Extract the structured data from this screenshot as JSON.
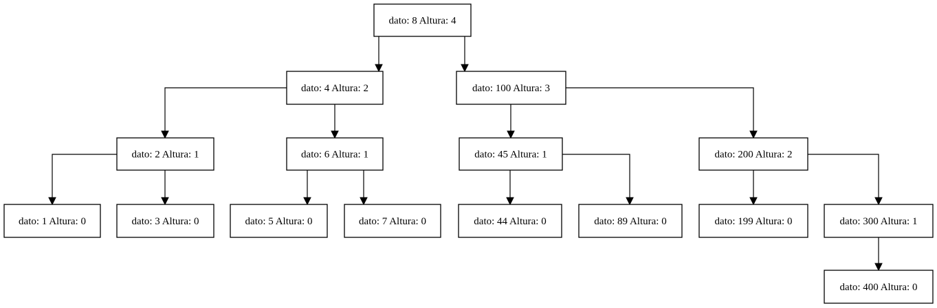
{
  "tree": {
    "nodes": [
      {
        "id": "n8",
        "label": "dato: 8 Altura: 4"
      },
      {
        "id": "n4",
        "label": "dato: 4 Altura: 2"
      },
      {
        "id": "n100",
        "label": "dato: 100 Altura: 3"
      },
      {
        "id": "n2",
        "label": "dato: 2 Altura: 1"
      },
      {
        "id": "n6",
        "label": "dato: 6 Altura: 1"
      },
      {
        "id": "n45",
        "label": "dato: 45 Altura: 1"
      },
      {
        "id": "n200",
        "label": "dato: 200 Altura: 2"
      },
      {
        "id": "n1",
        "label": "dato: 1 Altura: 0"
      },
      {
        "id": "n3",
        "label": "dato: 3 Altura: 0"
      },
      {
        "id": "n5",
        "label": "dato: 5 Altura: 0"
      },
      {
        "id": "n7",
        "label": "dato: 7 Altura: 0"
      },
      {
        "id": "n44",
        "label": "dato: 44 Altura: 0"
      },
      {
        "id": "n89",
        "label": "dato: 89 Altura: 0"
      },
      {
        "id": "n199",
        "label": "dato: 199 Altura: 0"
      },
      {
        "id": "n300",
        "label": "dato: 300 Altura: 1"
      },
      {
        "id": "n400",
        "label": "dato: 400 Altura: 0"
      }
    ],
    "edges": [
      {
        "from": "n8",
        "to": "n4"
      },
      {
        "from": "n8",
        "to": "n100"
      },
      {
        "from": "n4",
        "to": "n2"
      },
      {
        "from": "n4",
        "to": "n6"
      },
      {
        "from": "n100",
        "to": "n45"
      },
      {
        "from": "n100",
        "to": "n200"
      },
      {
        "from": "n2",
        "to": "n1"
      },
      {
        "from": "n2",
        "to": "n3"
      },
      {
        "from": "n6",
        "to": "n5"
      },
      {
        "from": "n6",
        "to": "n7"
      },
      {
        "from": "n45",
        "to": "n44"
      },
      {
        "from": "n45",
        "to": "n89"
      },
      {
        "from": "n200",
        "to": "n199"
      },
      {
        "from": "n200",
        "to": "n300"
      },
      {
        "from": "n300",
        "to": "n400"
      }
    ]
  },
  "colors": {
    "stroke": "#000000",
    "fill": "#ffffff",
    "text": "#000000"
  }
}
